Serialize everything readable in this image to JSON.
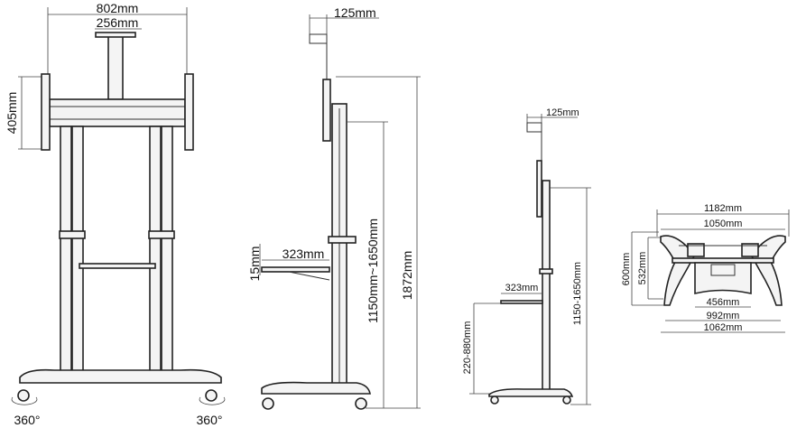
{
  "front_view": {
    "overall_width": "802mm",
    "top_bracket_width": "256mm",
    "vesa_height": "405mm",
    "caster_rotation_left": "360°",
    "caster_rotation_right": "360°"
  },
  "side_view": {
    "arm_offset": "125mm",
    "shelf_thickness": "15mm",
    "shelf_depth": "323mm",
    "height_range": "1150mm~1650mm",
    "overall_height": "1872mm"
  },
  "side_view_small": {
    "arm_offset": "125mm",
    "shelf_depth": "323mm",
    "shelf_height_range": "220-880mm",
    "height_range": "1150-1650mm"
  },
  "top_view": {
    "outer_width": "1182mm",
    "inner_width": "1050mm",
    "overall_depth": "600mm",
    "inner_depth": "532mm",
    "shelf_width": "456mm",
    "front_caster_width": "992mm",
    "base_width": "1062mm"
  }
}
